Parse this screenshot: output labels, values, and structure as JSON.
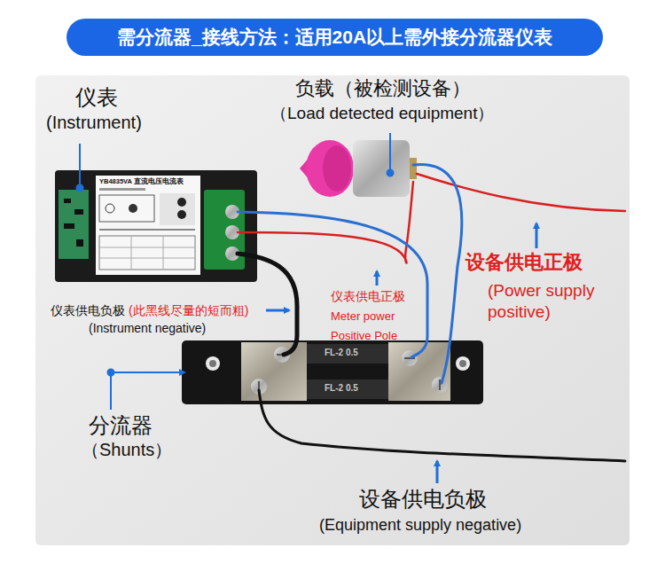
{
  "diagram": {
    "title": "需分流器_接线方法：适用20A以上需外接分流器仪表",
    "labels": [
      "仪表",
      "(Instrument)",
      "负载（被检测设备）",
      "（Load detected equipment）",
      "YB4835VA 直流电压电流表",
      "设备供电正极",
      "(Power supply positive)",
      "仪表供电正极",
      "Meter power Positive Pole",
      "仪表供电负极",
      "(此黑线尽量的短而粗)",
      "(Instrument negative)",
      "分流器",
      "（Shunts）",
      "设备供电负极",
      "(Equipment supply negative)",
      "FL-2 0.5",
      "FL-2 0.5"
    ]
  }
}
